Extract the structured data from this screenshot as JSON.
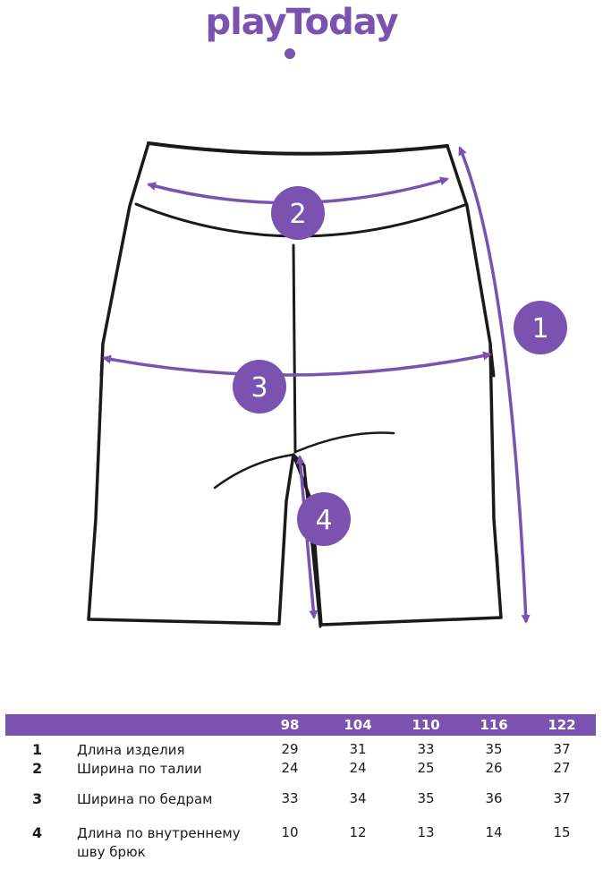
{
  "brand": {
    "logo_text": "playToday",
    "accent_color": "#7b52b0"
  },
  "diagram": {
    "item": "shorts",
    "markers": [
      "1",
      "2",
      "3",
      "4"
    ]
  },
  "size_table": {
    "sizes": [
      "98",
      "104",
      "110",
      "116",
      "122"
    ],
    "rows": [
      {
        "num": "1",
        "name": "Длина изделия",
        "values": [
          "29",
          "31",
          "33",
          "35",
          "37"
        ]
      },
      {
        "num": "2",
        "name": "Ширина по талии",
        "values": [
          "24",
          "24",
          "25",
          "26",
          "27"
        ]
      },
      {
        "num": "3",
        "name": "Ширина по бедрам",
        "values": [
          "33",
          "34",
          "35",
          "36",
          "37"
        ]
      },
      {
        "num": "4",
        "name": "Длина по внутреннему шву брюк",
        "values": [
          "10",
          "12",
          "13",
          "14",
          "15"
        ]
      }
    ]
  }
}
